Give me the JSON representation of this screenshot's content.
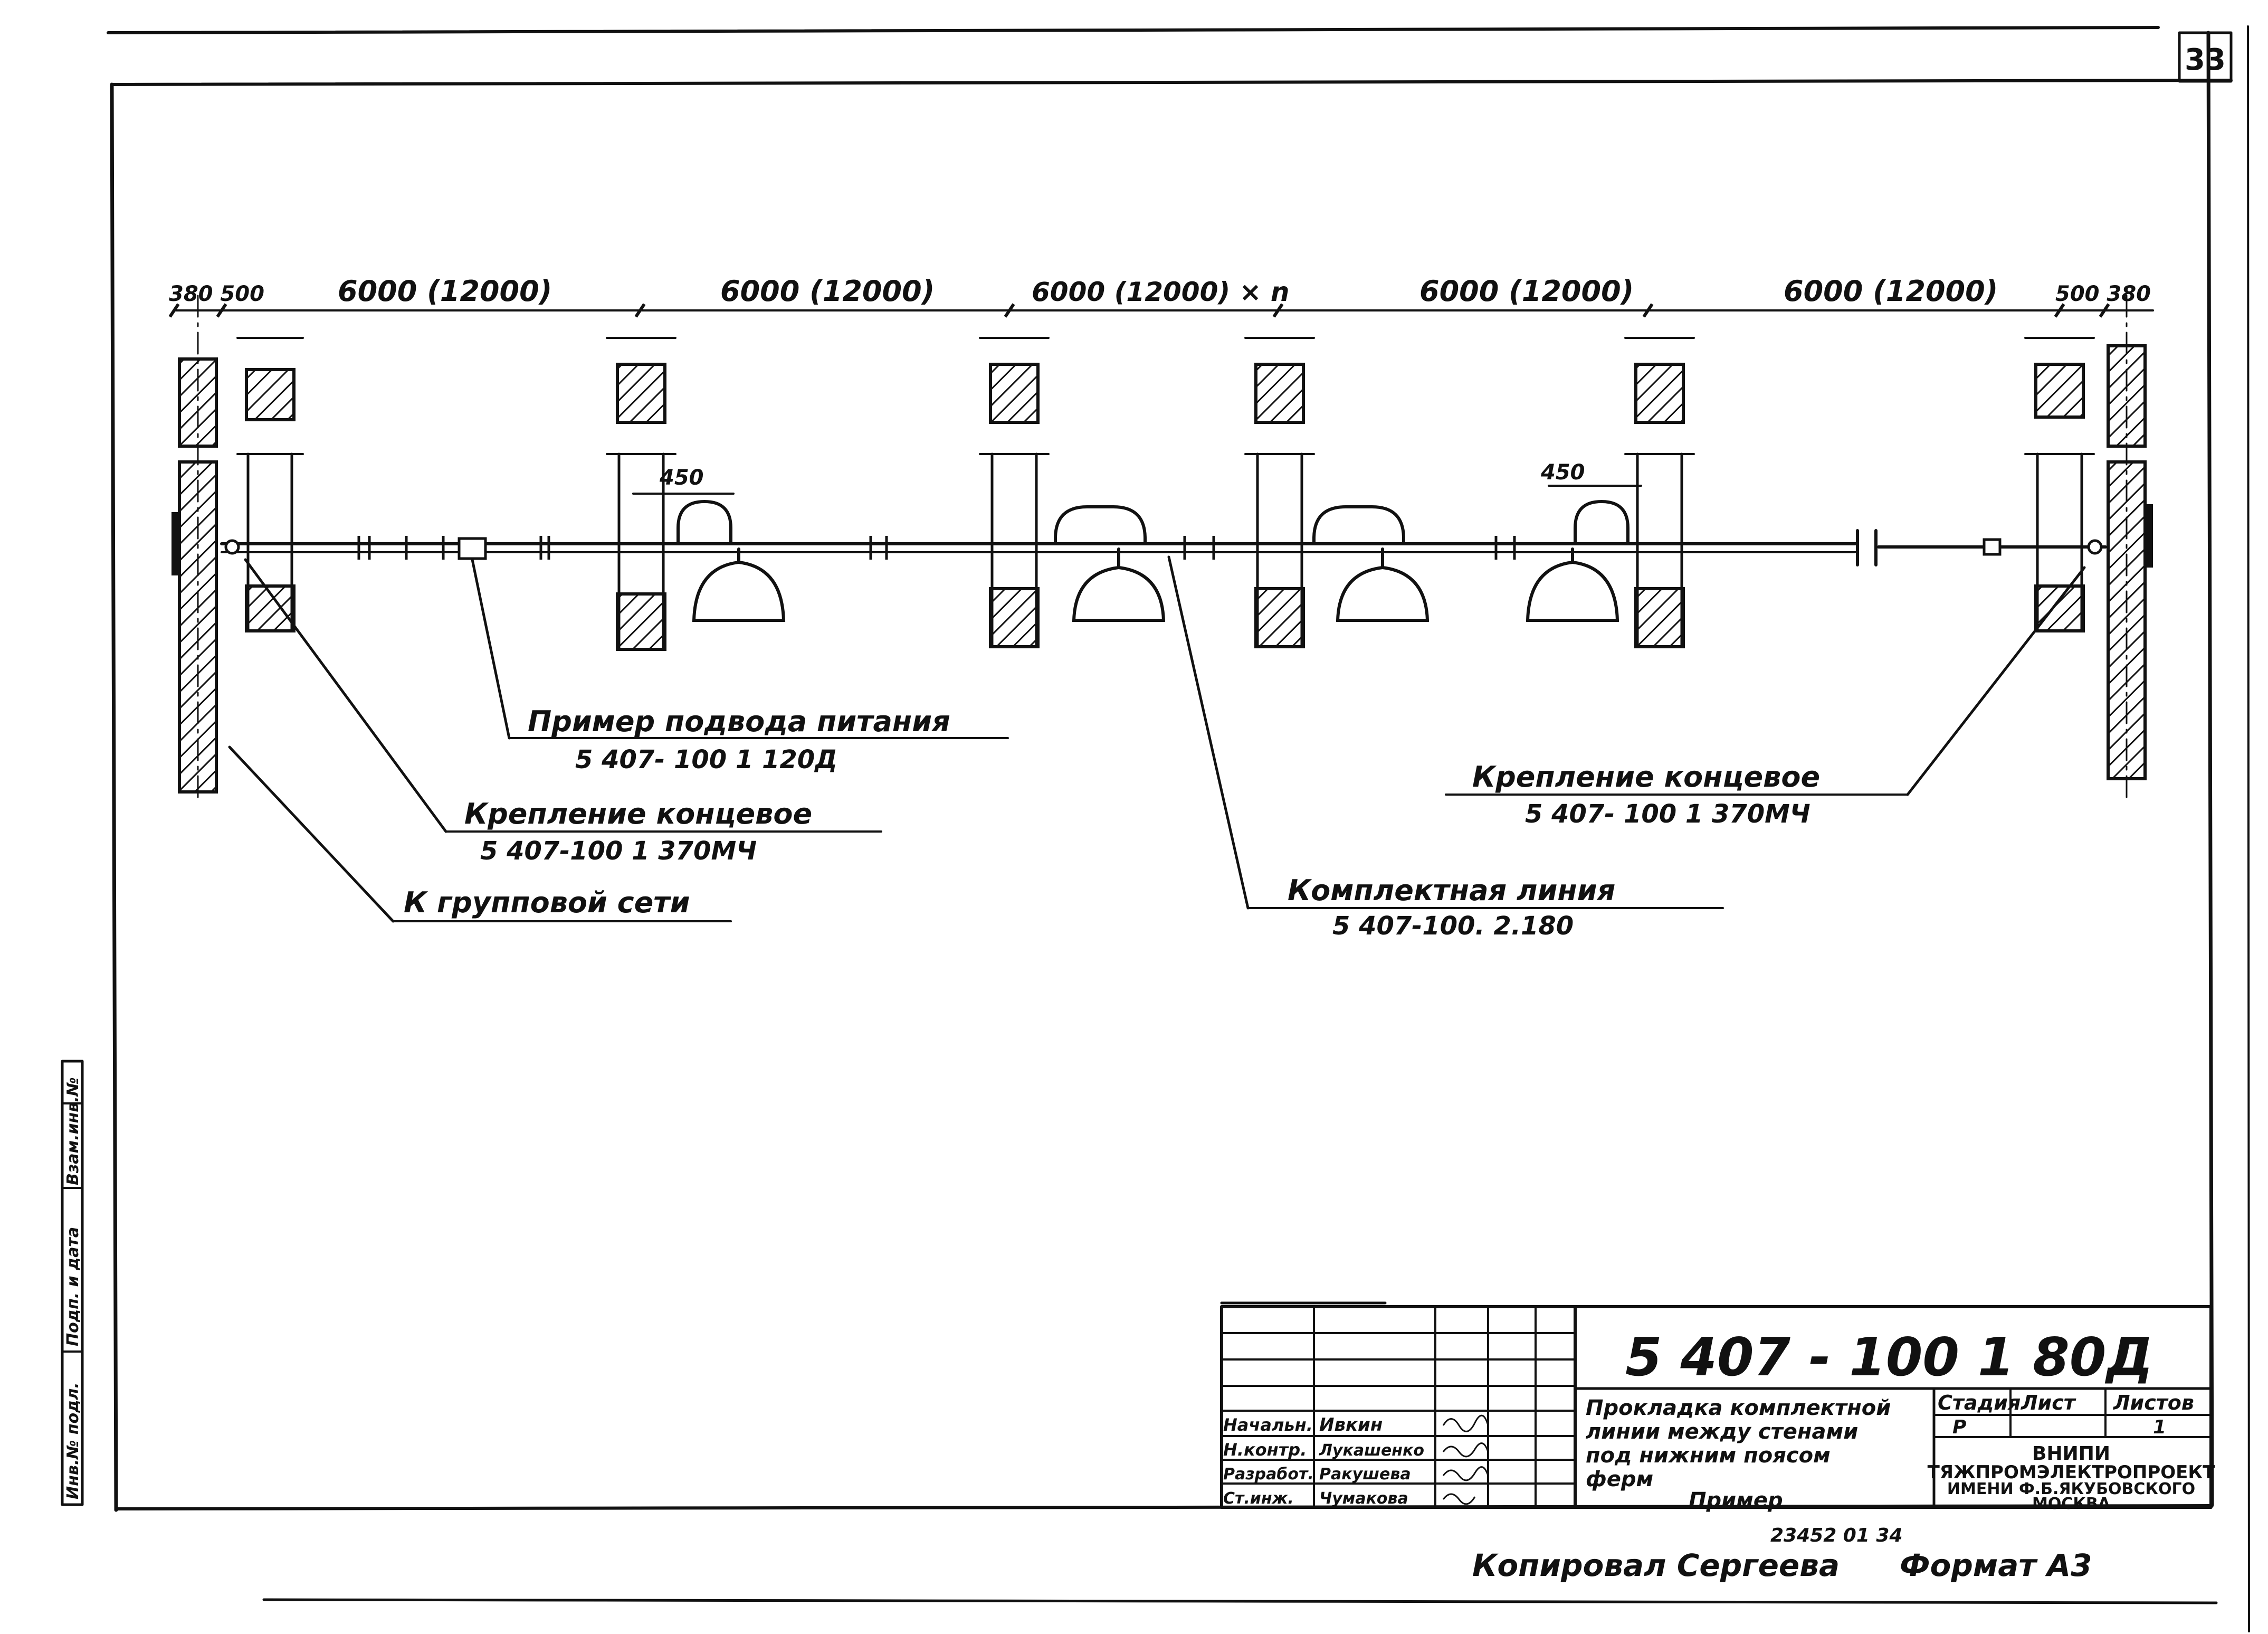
{
  "sheet": {
    "page_number": "33",
    "format": "Формат А3",
    "copied_by": "Копировал Сергеева",
    "archive_number": "23452 01    34"
  },
  "dimensions": {
    "left_small": "380 500",
    "span1": "6000 (12000)",
    "span2": "6000 (12000)",
    "span3": "6000 (12000) × n",
    "span4": "6000 (12000)",
    "span5": "6000 (12000)",
    "right_small": "500 380",
    "offset_left": "450",
    "offset_right": "450"
  },
  "callouts": {
    "power_feed": {
      "title": "Пример подвода питания",
      "code": "5 407- 100 1 120Д"
    },
    "end_mount_left": {
      "title": "Крепление концевое",
      "code": "5 407-100 1 370МЧ"
    },
    "group_network": {
      "title": "К групповой сети"
    },
    "complete_line": {
      "title": "Комплектная линия",
      "code": "5 407-100. 2.180"
    },
    "end_mount_right": {
      "title": "Крепление концевое",
      "code": "5 407- 100 1 370МЧ"
    }
  },
  "side_stamp": {
    "col1": "Инв.№ подл.",
    "col2": "Подп. и дата",
    "col3": "Взам.инв.№"
  },
  "title_block": {
    "doc_code": "5 407 - 100 1 80Д",
    "title_lines": [
      "Прокладка комплектной",
      "линии между стенами",
      "под нижним поясом",
      "ферм"
    ],
    "subtitle": "Пример",
    "stage_header": "Стадия",
    "sheet_header": "Лист",
    "sheets_header": "Листов",
    "stage": "Р",
    "sheets": "1",
    "org_lines": [
      "ВНИПИ",
      "ТЯЖПРОМЭЛЕКТРОПРОЕКТ",
      "ИМЕНИ Ф.Б.ЯКУБОВСКОГО",
      "МОСКВА"
    ],
    "rows": [
      {
        "role": "Начальн.",
        "name": "Ивкин",
        "date": ""
      },
      {
        "role": "Н.контр.",
        "name": "Лукашенко",
        "date": ""
      },
      {
        "role": "Разработ.",
        "name": "Ракушева",
        "date": ""
      },
      {
        "role": "Ст.инж.",
        "name": "Чумакова",
        "date": ""
      }
    ]
  }
}
